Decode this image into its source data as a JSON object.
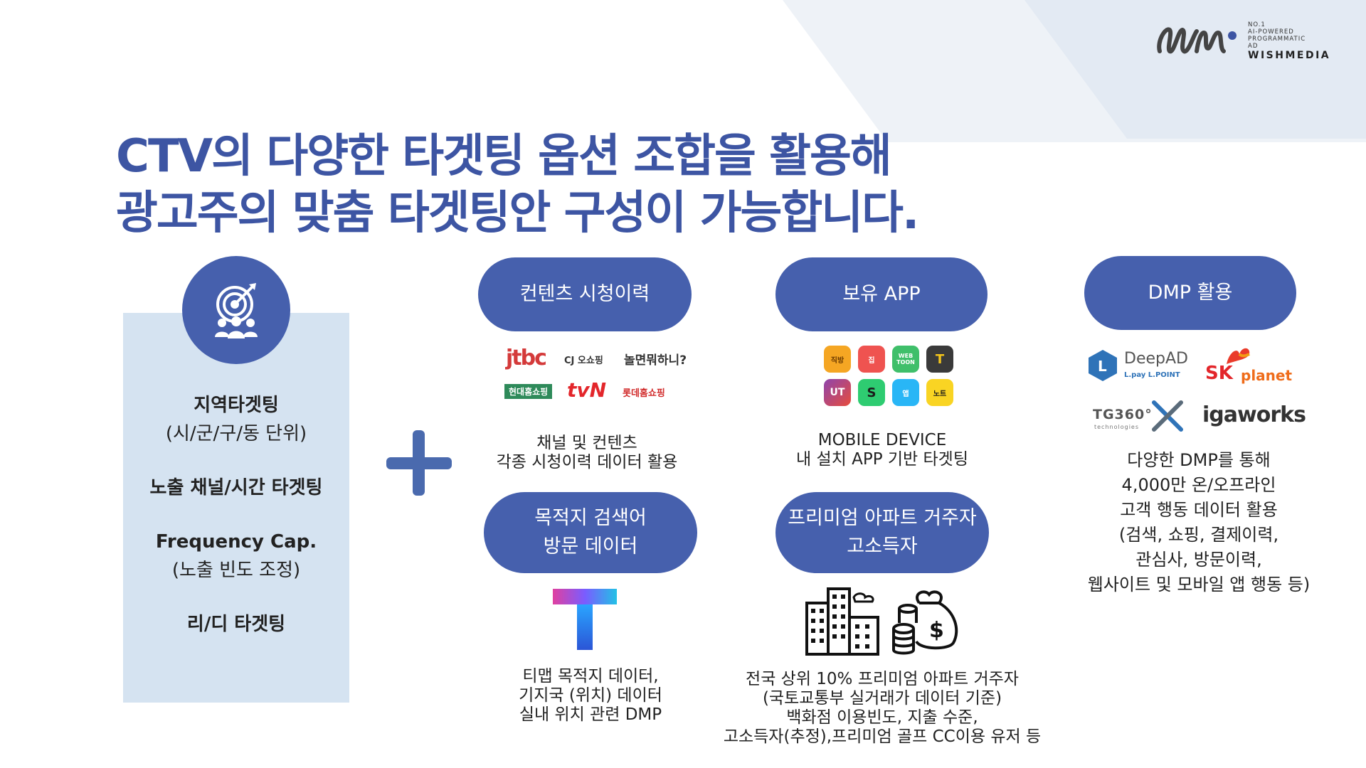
{
  "logo": {
    "tagline": "NO.1\nAI-POWERED\nPROGRAMMATIC\nAD",
    "name": "WISHMEDIA"
  },
  "headline": {
    "line1": "CTV의 다양한 타겟팅 옵션 조합을 활용해",
    "line2": "광고주의 맞춤 타겟팅안 구성이 가능합니다."
  },
  "left_panel": {
    "icon": "target-audience-icon",
    "item1_title": "지역타겟팅",
    "item1_sub": "(시/군/구/동 단위)",
    "item2_title": "노출 채널/시간 타겟팅",
    "item3_title": "Frequency Cap.",
    "item3_sub": "(노출 빈도 조정)",
    "item4_title": "리/디 타겟팅"
  },
  "plus_icon": "plus-icon",
  "cards": {
    "content_history": {
      "label": "컨텐츠 시청이력",
      "logos": [
        "jtbc",
        "CJ 오쇼핑",
        "놀면뭐하니?",
        "현대홈쇼핑",
        "tvN",
        "롯데홈쇼핑"
      ],
      "caption": "채널 및 컨텐츠\n각종 시청이력 데이터 활용"
    },
    "owned_app": {
      "label": "보유 APP",
      "apps": [
        "직방",
        "집",
        "WEB TOON",
        "T",
        "UT",
        "S",
        "앱",
        "노트"
      ],
      "caption": "MOBILE DEVICE\n내 설치 APP 기반 타겟팅"
    },
    "dmp": {
      "label": "DMP 활용",
      "brand1": "DeepAD",
      "brand1_sub": "L.pay  L.POINT",
      "brand2_sk": "SK",
      "brand2_planet": "planet",
      "brand3": "TG360°",
      "brand3_sub": "technologies",
      "brand4": "igaworks",
      "caption": "다양한 DMP를 통해\n4,000만 온/오프라인\n고객 행동 데이터 활용\n(검색, 쇼핑, 결제이력,\n관심사, 방문이력,\n웹사이트 및 모바일 앱 행동 등)"
    },
    "destination": {
      "label_line1": "목적지 검색어",
      "label_line2": "방문 데이터",
      "logo": "tmap-logo",
      "caption": "티맵 목적지 데이터,\n기지국 (위치) 데이터\n실내 위치 관련 DMP"
    },
    "premium": {
      "label_line1": "프리미엄 아파트 거주자",
      "label_line2": "고소득자",
      "icons": [
        "apartment-buildings-icon",
        "money-bag-icon"
      ],
      "caption": "전국 상위 10% 프리미엄 아파트 거주자\n(국토교통부 실거래가 데이터 기준)\n백화점 이용빈도, 지출 수준,\n고소득자(추정),프리미엄 골프 CC이용 유저 등"
    }
  },
  "colors": {
    "primary": "#4660ad",
    "headline": "#3d55a3",
    "panel": "#d5e3f1"
  }
}
